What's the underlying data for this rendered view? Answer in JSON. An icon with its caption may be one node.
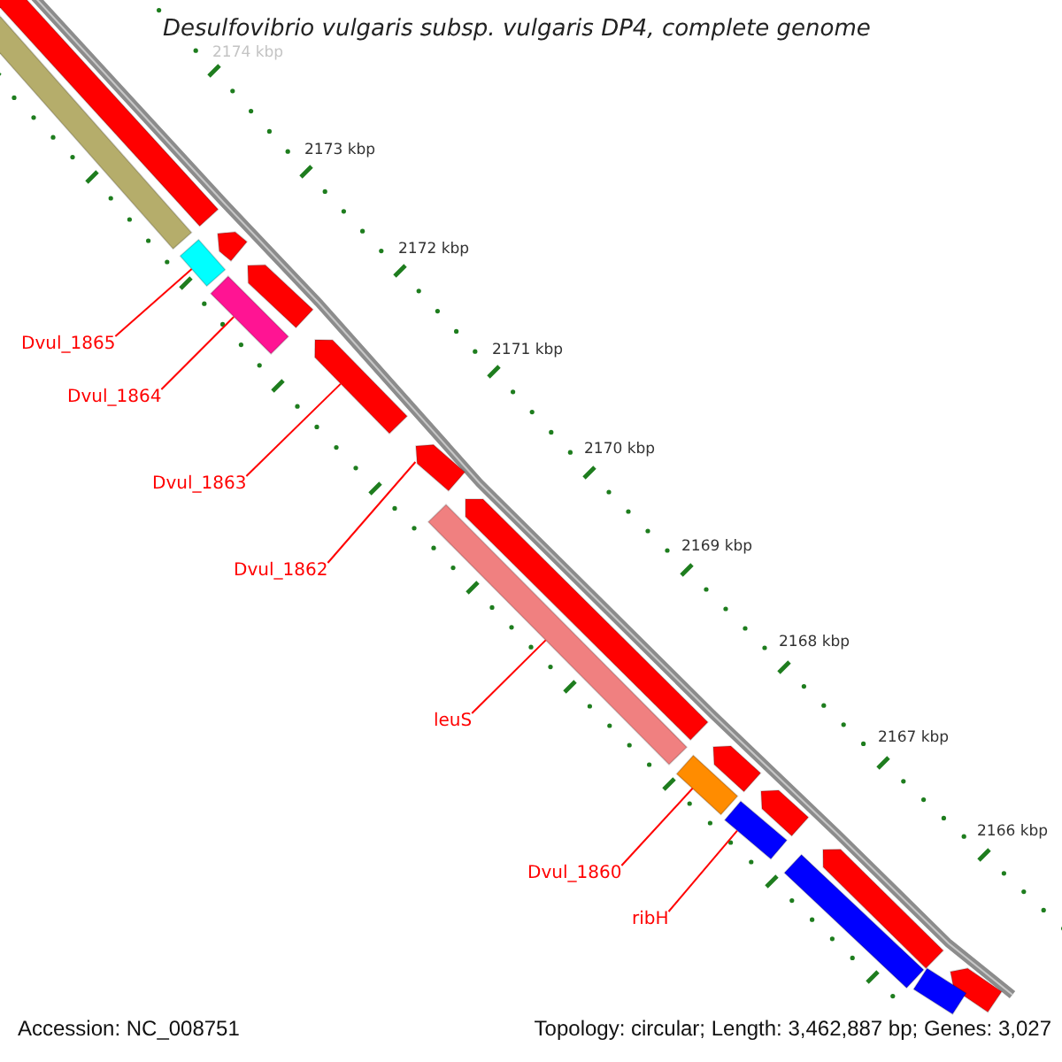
{
  "diagram": {
    "title": "Desulfovibrio vulgaris subsp. vulgaris DP4, complete genome",
    "nodes": [
      {
        "text": [
          "Dvul_1865"
        ]
      },
      {
        "text": [
          "Dvul_1864"
        ]
      },
      {
        "text": [
          "Dvul_1863"
        ]
      },
      {
        "text": [
          "Dvul_1862"
        ]
      },
      {
        "text": [
          "leuS"
        ]
      },
      {
        "text": [
          "Dvul_1860"
        ]
      },
      {
        "text": [
          "ribH"
        ]
      },
      {
        "text": [],
        "shape": "pentagon"
      },
      {
        "text": [],
        "shape": "pentagon"
      },
      {
        "text": [],
        "shape": "pentagon"
      },
      {
        "text": [],
        "shape": "pentagon"
      },
      {
        "text": [],
        "shape": "pentagon"
      },
      {
        "text": [],
        "shape": "pentagon"
      },
      {
        "text": [],
        "shape": "pentagon"
      },
      {
        "text": [],
        "shape": "pentagon"
      },
      {
        "text": [],
        "shape": "pentagon"
      },
      {
        "text": [],
        "shape": "pentagon"
      },
      {
        "text": [],
        "shape": "bar"
      },
      {
        "text": [],
        "shape": "bar"
      },
      {
        "text": [],
        "shape": "bar"
      },
      {
        "text": [],
        "shape": "bar"
      },
      {
        "text": [],
        "shape": "bar"
      },
      {
        "text": [],
        "shape": "bar"
      },
      {
        "text": [],
        "shape": "bar"
      },
      {
        "text": [],
        "shape": "bar"
      }
    ],
    "edges": [
      {
        "from": 0,
        "to": 18,
        "arrow": "none"
      },
      {
        "from": 1,
        "to": 19,
        "arrow": "none"
      },
      {
        "from": 2,
        "to": 10,
        "arrow": "none"
      },
      {
        "from": 3,
        "to": 11,
        "arrow": "none"
      },
      {
        "from": 4,
        "to": 20,
        "arrow": "none"
      },
      {
        "from": 5,
        "to": 21,
        "arrow": "none"
      },
      {
        "from": 6,
        "to": 22,
        "arrow": "none"
      }
    ],
    "labels": [
      "2174 kbp",
      "2173 kbp",
      "2172 kbp",
      "2171 kbp",
      "2170 kbp",
      "2169 kbp",
      "2168 kbp",
      "2167 kbp",
      "2166 kbp",
      "Accession: NC_008751",
      "Topology: circular; Length: 3,462,887 bp; Genes: 3,027"
    ]
  }
}
